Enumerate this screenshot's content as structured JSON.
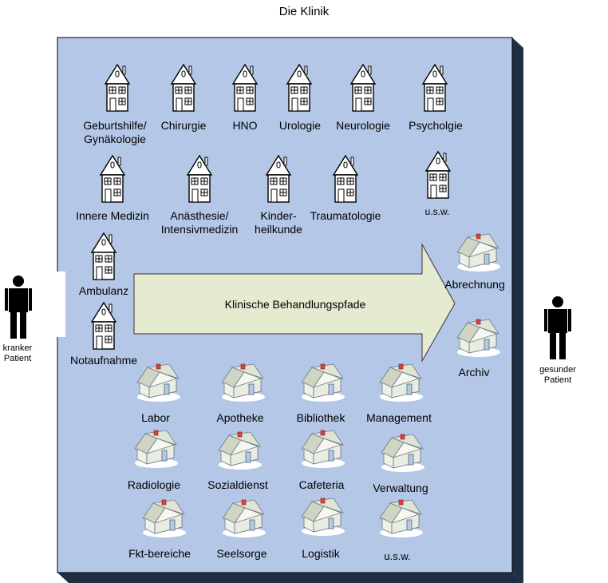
{
  "title": "Die Klinik",
  "arrow_label": "Klinische Behandlungspfade",
  "patients": {
    "left": [
      "kranker",
      "Patient"
    ],
    "right": [
      "gesunder",
      "Patient"
    ]
  },
  "departments": [
    [
      "Geburtshilfe/",
      "Gynäkologie"
    ],
    [
      "Chirurgie"
    ],
    [
      "HNO"
    ],
    [
      "Urologie"
    ],
    [
      "Neurologie"
    ],
    [
      "Psycholgie"
    ],
    [
      "Innere Medizin"
    ],
    [
      "Anästhesie/",
      "Intensivmedizin"
    ],
    [
      "Kinder-",
      "heilkunde"
    ],
    [
      "Traumatologie"
    ],
    [
      "u.s.w."
    ],
    [
      "Ambulanz"
    ],
    [
      "Notaufnahme"
    ]
  ],
  "services": [
    "Abrechnung",
    "Archiv",
    "Labor",
    "Apotheke",
    "Bibliothek",
    "Management",
    "Radiologie",
    "Sozialdienst",
    "Cafeteria",
    "Verwaltung",
    "Fkt-bereiche",
    "Seelsorge",
    "Logistik",
    "u.s.w."
  ],
  "colors": {
    "panel": "#b4c7e7",
    "panel_side": "#1f2e42",
    "arrow_fill": "#e4ebd1",
    "house_wall": "#ffffff",
    "cottage_wall": "#eef1e5",
    "chimney_red": "#e04040"
  }
}
